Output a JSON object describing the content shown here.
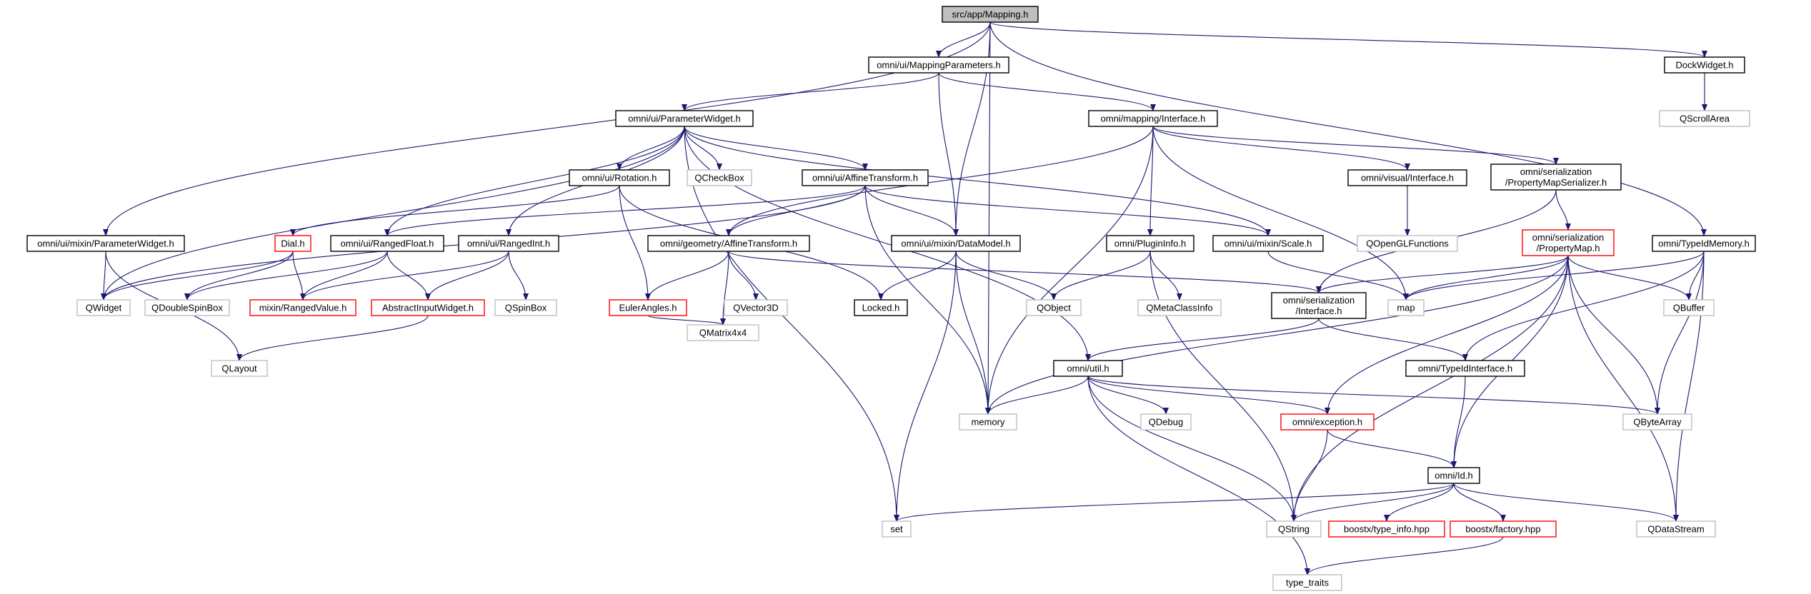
{
  "diagram": {
    "kind": "include-dependency-graph",
    "colors": {
      "edge": "#191970",
      "focus_fill": "#bfbfbf",
      "documented_border": "#000000",
      "external_border": "#bfbfbf",
      "truncated_border": "#ff0000"
    },
    "nodes": [
      {
        "id": "mapping_h",
        "label": "src/app/Mapping.h",
        "kind": "focus"
      },
      {
        "id": "mapping_params",
        "label": "omni/ui/MappingParameters.h",
        "kind": "doc"
      },
      {
        "id": "dockwidget",
        "label": "DockWidget.h",
        "kind": "doc"
      },
      {
        "id": "qscrollarea",
        "label": "QScrollArea",
        "kind": "ext"
      },
      {
        "id": "param_widget",
        "label": "omni/ui/ParameterWidget.h",
        "kind": "doc"
      },
      {
        "id": "mapping_iface",
        "label": "omni/mapping/Interface.h",
        "kind": "doc"
      },
      {
        "id": "rotation",
        "label": "omni/ui/Rotation.h",
        "kind": "doc"
      },
      {
        "id": "qcheckbox",
        "label": "QCheckBox",
        "kind": "ext"
      },
      {
        "id": "ui_affine",
        "label": "omni/ui/AffineTransform.h",
        "kind": "doc"
      },
      {
        "id": "visual_iface",
        "label": "omni/visual/Interface.h",
        "kind": "doc"
      },
      {
        "id": "propmap_ser",
        "label": [
          "omni/serialization",
          "/PropertyMapSerializer.h"
        ],
        "kind": "doc"
      },
      {
        "id": "qopengl",
        "label": "QOpenGLFunctions",
        "kind": "ext"
      },
      {
        "id": "mixin_param",
        "label": "omni/ui/mixin/ParameterWidget.h",
        "kind": "doc"
      },
      {
        "id": "dial",
        "label": "Dial.h",
        "kind": "trunc"
      },
      {
        "id": "ranged_float",
        "label": "omni/ui/RangedFloat.h",
        "kind": "doc"
      },
      {
        "id": "ranged_int",
        "label": "omni/ui/RangedInt.h",
        "kind": "doc"
      },
      {
        "id": "geom_affine",
        "label": "omni/geometry/AffineTransform.h",
        "kind": "doc"
      },
      {
        "id": "datamodel",
        "label": "omni/ui/mixin/DataModel.h",
        "kind": "doc"
      },
      {
        "id": "plugininfo",
        "label": "omni/PluginInfo.h",
        "kind": "doc"
      },
      {
        "id": "mixin_scale",
        "label": "omni/ui/mixin/Scale.h",
        "kind": "doc"
      },
      {
        "id": "propertymap",
        "label": [
          "omni/serialization",
          "/PropertyMap.h"
        ],
        "kind": "trunc"
      },
      {
        "id": "typeidmemory",
        "label": "omni/TypeIdMemory.h",
        "kind": "doc"
      },
      {
        "id": "qwidget",
        "label": "QWidget",
        "kind": "ext"
      },
      {
        "id": "qdoublespinbox",
        "label": "QDoubleSpinBox",
        "kind": "ext"
      },
      {
        "id": "rangedvalue",
        "label": "mixin/RangedValue.h",
        "kind": "trunc"
      },
      {
        "id": "abstractinput",
        "label": "AbstractInputWidget.h",
        "kind": "trunc"
      },
      {
        "id": "qspinbox",
        "label": "QSpinBox",
        "kind": "ext"
      },
      {
        "id": "eulerangles",
        "label": "EulerAngles.h",
        "kind": "trunc"
      },
      {
        "id": "qvector3d",
        "label": "QVector3D",
        "kind": "ext"
      },
      {
        "id": "locked",
        "label": "Locked.h",
        "kind": "doc"
      },
      {
        "id": "qobject",
        "label": "QObject",
        "kind": "ext"
      },
      {
        "id": "qmetaclassinfo",
        "label": "QMetaClassInfo",
        "kind": "ext"
      },
      {
        "id": "ser_iface",
        "label": [
          "omni/serialization",
          "/Interface.h"
        ],
        "kind": "doc"
      },
      {
        "id": "map",
        "label": "map",
        "kind": "ext"
      },
      {
        "id": "qbuffer",
        "label": "QBuffer",
        "kind": "ext"
      },
      {
        "id": "qlayout",
        "label": "QLayout",
        "kind": "ext"
      },
      {
        "id": "qmatrix4x4",
        "label": "QMatrix4x4",
        "kind": "ext"
      },
      {
        "id": "util",
        "label": "omni/util.h",
        "kind": "doc"
      },
      {
        "id": "typeidinterface",
        "label": "omni/TypeIdInterface.h",
        "kind": "doc"
      },
      {
        "id": "memory",
        "label": "memory",
        "kind": "ext"
      },
      {
        "id": "qdebug",
        "label": "QDebug",
        "kind": "ext"
      },
      {
        "id": "exception",
        "label": "omni/exception.h",
        "kind": "trunc"
      },
      {
        "id": "qbytearray",
        "label": "QByteArray",
        "kind": "ext"
      },
      {
        "id": "id_h",
        "label": "omni/Id.h",
        "kind": "doc"
      },
      {
        "id": "set",
        "label": "set",
        "kind": "ext"
      },
      {
        "id": "qstring",
        "label": "QString",
        "kind": "ext"
      },
      {
        "id": "typeinfo",
        "label": "boostx/type_info.hpp",
        "kind": "trunc"
      },
      {
        "id": "factory",
        "label": "boostx/factory.hpp",
        "kind": "trunc"
      },
      {
        "id": "qdatastream",
        "label": "QDataStream",
        "kind": "ext"
      },
      {
        "id": "type_traits",
        "label": "type_traits",
        "kind": "ext"
      }
    ],
    "edges": [
      [
        "mapping_h",
        "mapping_params"
      ],
      [
        "mapping_h",
        "dockwidget"
      ],
      [
        "mapping_h",
        "mixin_param"
      ],
      [
        "mapping_h",
        "datamodel"
      ],
      [
        "mapping_h",
        "typeidmemory"
      ],
      [
        "mapping_h",
        "memory"
      ],
      [
        "dockwidget",
        "qscrollarea"
      ],
      [
        "mapping_params",
        "param_widget"
      ],
      [
        "mapping_params",
        "mapping_iface"
      ],
      [
        "mapping_params",
        "datamodel"
      ],
      [
        "param_widget",
        "rotation"
      ],
      [
        "param_widget",
        "qcheckbox"
      ],
      [
        "param_widget",
        "ui_affine"
      ],
      [
        "param_widget",
        "ranged_float"
      ],
      [
        "param_widget",
        "ranged_int"
      ],
      [
        "param_widget",
        "qwidget"
      ],
      [
        "param_widget",
        "set"
      ],
      [
        "param_widget",
        "mixin_scale"
      ],
      [
        "param_widget",
        "util"
      ],
      [
        "mapping_iface",
        "visual_iface"
      ],
      [
        "mapping_iface",
        "propmap_ser"
      ],
      [
        "mapping_iface",
        "plugininfo"
      ],
      [
        "mapping_iface",
        "geom_affine"
      ],
      [
        "mapping_iface",
        "memory"
      ],
      [
        "mapping_iface",
        "map"
      ],
      [
        "visual_iface",
        "qopengl"
      ],
      [
        "propmap_ser",
        "propertymap"
      ],
      [
        "propmap_ser",
        "ser_iface"
      ],
      [
        "rotation",
        "dial"
      ],
      [
        "rotation",
        "eulerangles"
      ],
      [
        "rotation",
        "locked"
      ],
      [
        "ui_affine",
        "geom_affine"
      ],
      [
        "ui_affine",
        "datamodel"
      ],
      [
        "ui_affine",
        "mixin_scale"
      ],
      [
        "ui_affine",
        "qwidget"
      ],
      [
        "ui_affine",
        "ranged_float"
      ],
      [
        "ui_affine",
        "memory"
      ],
      [
        "mixin_param",
        "qwidget"
      ],
      [
        "mixin_param",
        "qlayout"
      ],
      [
        "dial",
        "qwidget"
      ],
      [
        "dial",
        "qdoublespinbox"
      ],
      [
        "dial",
        "rangedvalue"
      ],
      [
        "ranged_float",
        "qdoublespinbox"
      ],
      [
        "ranged_float",
        "rangedvalue"
      ],
      [
        "ranged_float",
        "abstractinput"
      ],
      [
        "ranged_int",
        "rangedvalue"
      ],
      [
        "ranged_int",
        "abstractinput"
      ],
      [
        "ranged_int",
        "qspinbox"
      ],
      [
        "abstractinput",
        "qlayout"
      ],
      [
        "geom_affine",
        "eulerangles"
      ],
      [
        "geom_affine",
        "qvector3d"
      ],
      [
        "geom_affine",
        "qmatrix4x4"
      ],
      [
        "geom_affine",
        "ser_iface"
      ],
      [
        "eulerangles",
        "qmatrix4x4"
      ],
      [
        "datamodel",
        "locked"
      ],
      [
        "datamodel",
        "qobject"
      ],
      [
        "datamodel",
        "memory"
      ],
      [
        "datamodel",
        "set"
      ],
      [
        "plugininfo",
        "qobject"
      ],
      [
        "plugininfo",
        "qmetaclassinfo"
      ],
      [
        "plugininfo",
        "qstring"
      ],
      [
        "mixin_scale",
        "map"
      ],
      [
        "propertymap",
        "ser_iface"
      ],
      [
        "propertymap",
        "map"
      ],
      [
        "propertymap",
        "qbuffer"
      ],
      [
        "propertymap",
        "qbytearray"
      ],
      [
        "propertymap",
        "qdatastream"
      ],
      [
        "propertymap",
        "id_h"
      ],
      [
        "propertymap",
        "exception"
      ],
      [
        "propertymap",
        "qstring"
      ],
      [
        "propertymap",
        "memory"
      ],
      [
        "typeidmemory",
        "map"
      ],
      [
        "typeidmemory",
        "qbuffer"
      ],
      [
        "typeidmemory",
        "qbytearray"
      ],
      [
        "typeidmemory",
        "typeidinterface"
      ],
      [
        "typeidmemory",
        "qdatastream"
      ],
      [
        "ser_iface",
        "util"
      ],
      [
        "ser_iface",
        "typeidinterface"
      ],
      [
        "util",
        "memory"
      ],
      [
        "util",
        "qdebug"
      ],
      [
        "util",
        "exception"
      ],
      [
        "util",
        "qbytearray"
      ],
      [
        "util",
        "qstring"
      ],
      [
        "util",
        "type_traits"
      ],
      [
        "exception",
        "id_h"
      ],
      [
        "exception",
        "qstring"
      ],
      [
        "typeidinterface",
        "id_h"
      ],
      [
        "id_h",
        "set"
      ],
      [
        "id_h",
        "qstring"
      ],
      [
        "id_h",
        "typeinfo"
      ],
      [
        "id_h",
        "factory"
      ],
      [
        "id_h",
        "qdatastream"
      ],
      [
        "factory",
        "type_traits"
      ]
    ]
  }
}
